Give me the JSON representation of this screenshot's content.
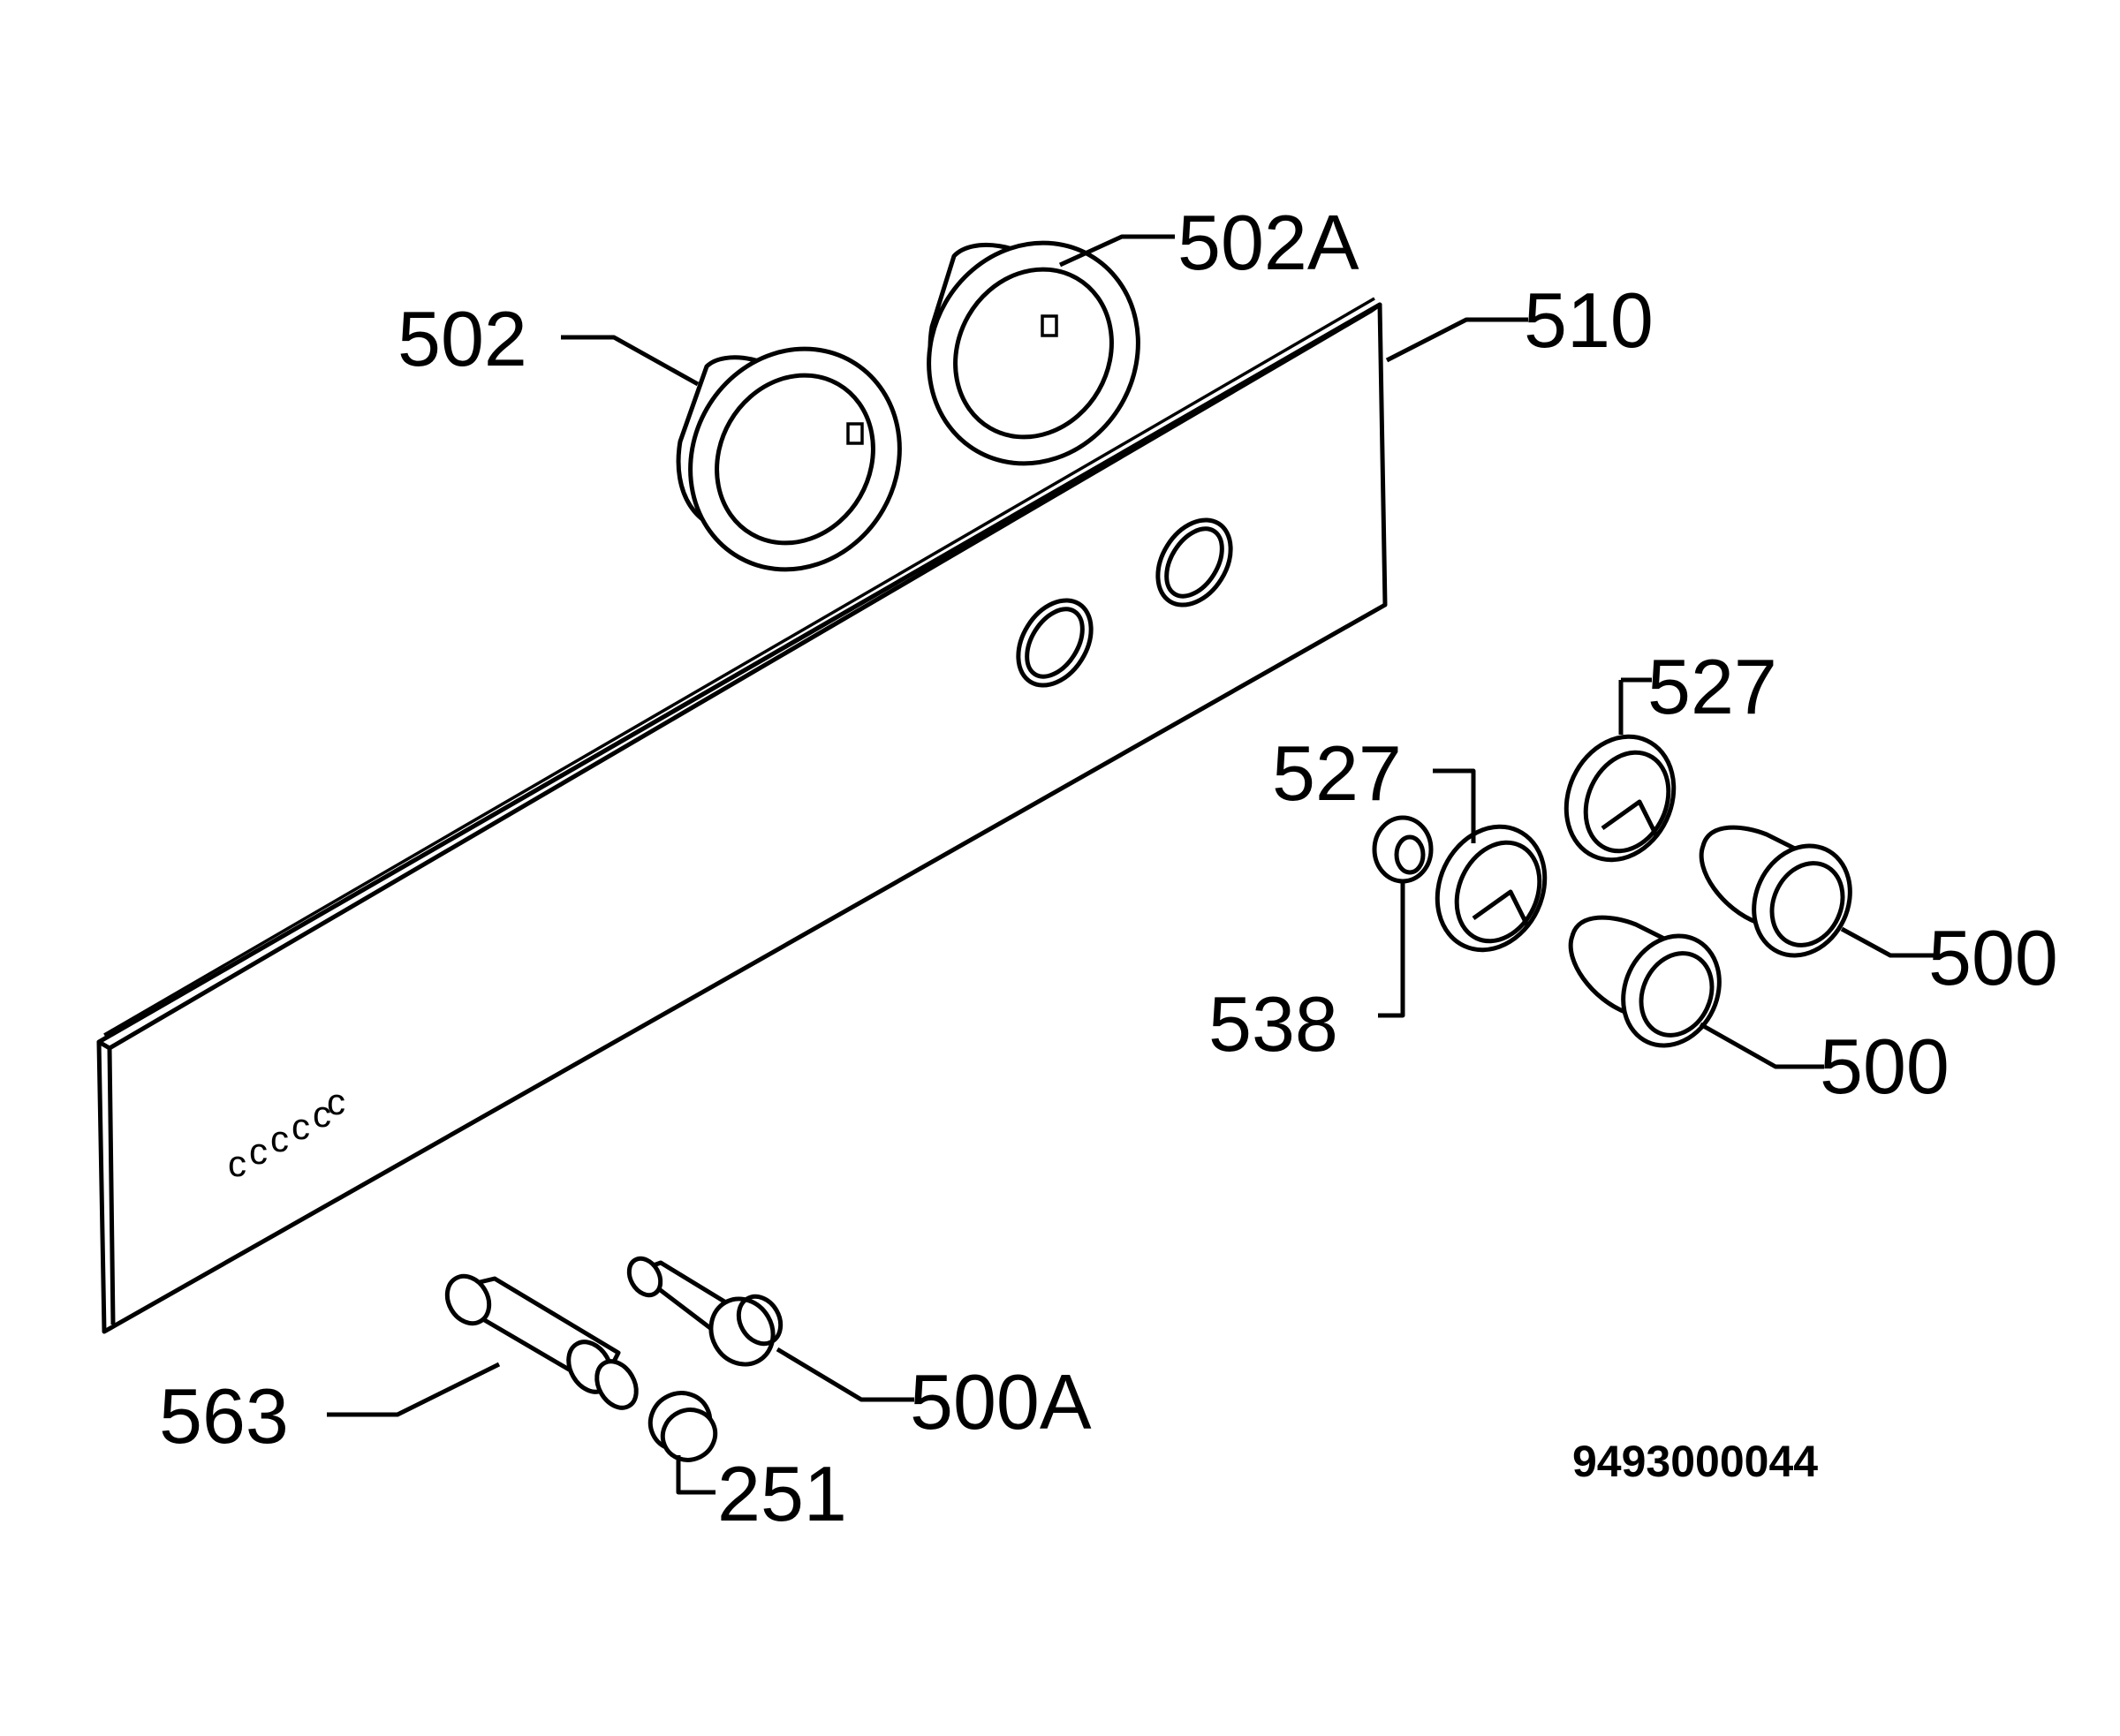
{
  "labels": {
    "p502": "502",
    "p502a": "502A",
    "p510": "510",
    "p527_left": "527",
    "p527_right": "527",
    "p538": "538",
    "p500_upper": "500",
    "p500_lower": "500",
    "p563": "563",
    "p500a": "500A",
    "p251": "251"
  },
  "drawing_number": "9493000044",
  "icons": {
    "panel": "control-panel-icon",
    "bezel": "knob-bezel-icon",
    "knob": "control-knob-icon",
    "ring": "retaining-ring-icon",
    "spacer": "spacer-icon",
    "shaft": "extension-shaft-icon",
    "screw": "screw-icon"
  }
}
